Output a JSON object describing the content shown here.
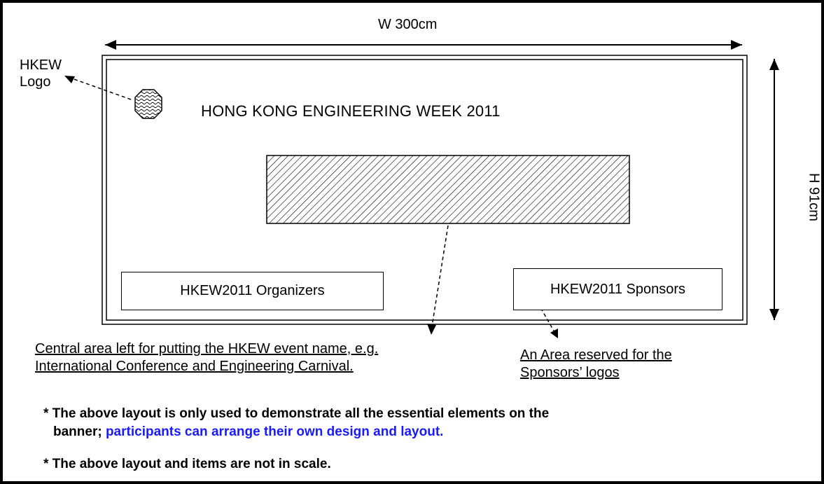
{
  "dimensions": {
    "width_label": "W 300cm",
    "height_label": "H 91cm"
  },
  "banner": {
    "logo_label": "HKEW\nLogo",
    "logo_label_line1": "HKEW",
    "logo_label_line2": "Logo",
    "title": "HONG KONG ENGINEERING WEEK 2011",
    "organizers_box": "HKEW2011 Organizers",
    "sponsors_box": "HKEW2011 Sponsors"
  },
  "annotations": {
    "central_line1": "Central area left for putting the HKEW event name, e.g.",
    "central_line2": "International Conference and Engineering Carnival.",
    "sponsors_line1": "An Area reserved for the",
    "sponsors_line2": "Sponsors’ logos"
  },
  "notes": {
    "note1_prefix": "* The above layout is only used to demonstrate all the essential elements on the",
    "note1_line2_black": "banner; ",
    "note1_line2_blue": "participants can arrange their own design and layout.",
    "note2": "* The above layout and items are not in scale."
  },
  "colors": {
    "highlight": "#1a1aff",
    "line": "#000000"
  }
}
